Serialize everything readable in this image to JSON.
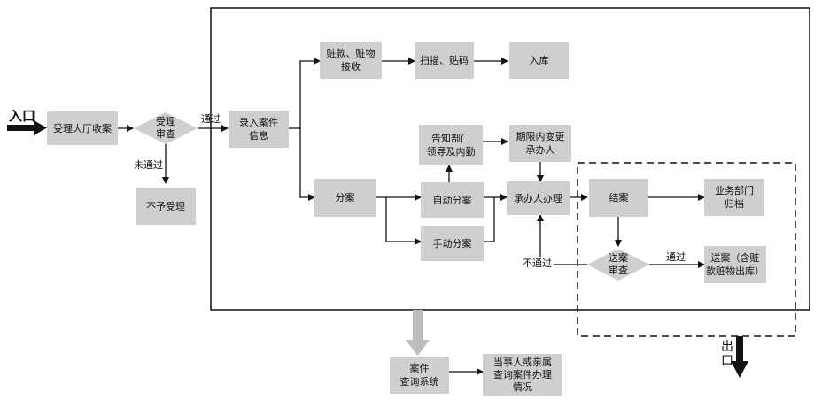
{
  "entry_label": "入口",
  "exit_label": [
    "出",
    "口"
  ],
  "nodes": {
    "hall_receive": "受理大厅收案",
    "accept_review": [
      "受理",
      "审查"
    ],
    "reject": "不予受理",
    "register": [
      "录入案件",
      "信息"
    ],
    "property_receive": [
      "赃款、赃物",
      "接收"
    ],
    "scan_code": "扫描、贴码",
    "storage": "入库",
    "notify_leaders": [
      "告知部门",
      "领导及内勤"
    ],
    "change_handler": [
      "期限内变更",
      "承办人"
    ],
    "assign": "分案",
    "auto_assign": "自动分案",
    "manual_assign": "手动分案",
    "handler": "承办人办理",
    "close_case": "结案",
    "archive": [
      "业务部门",
      "归档"
    ],
    "send_review": [
      "送案",
      "审查"
    ],
    "send_case": [
      "送案（含赃",
      "款赃物出库）"
    ],
    "query_system": [
      "案件",
      "查询系统"
    ],
    "party_query": [
      "当事人或亲属",
      "查询案件办理",
      "情况"
    ]
  },
  "edge_labels": {
    "pass_1": "通过",
    "not_pass_1": "未通过",
    "not_pass_2": "不通过",
    "pass_2": "通过"
  }
}
